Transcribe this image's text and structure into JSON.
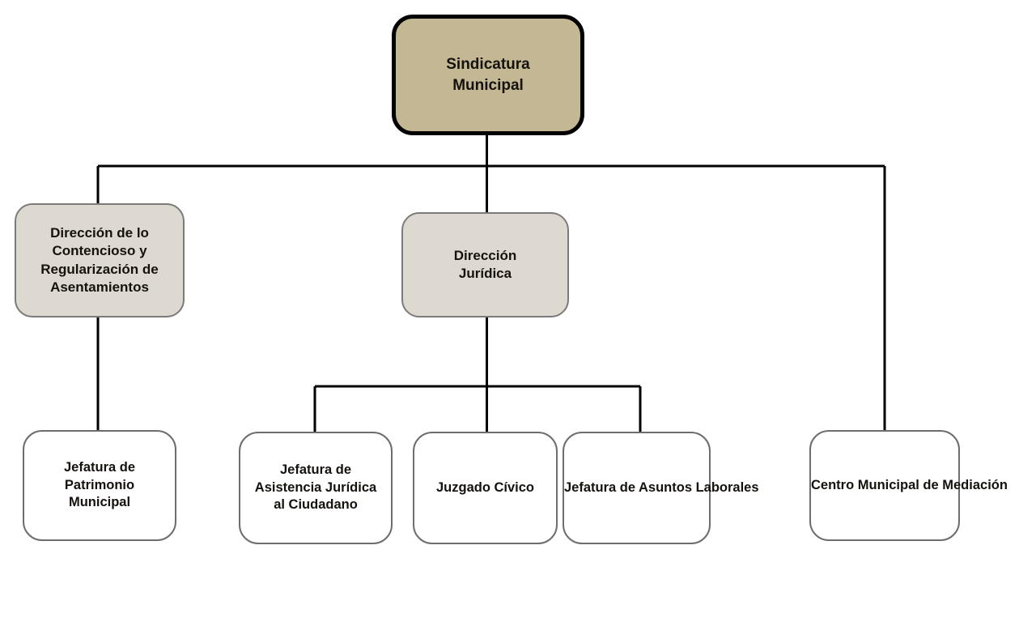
{
  "chart": {
    "type": "organizational-chart",
    "title": "Sindicatura Municipal",
    "colors": {
      "root_fill": "#c4b894",
      "root_border": "#000000",
      "direction_fill": "#ddd8d0",
      "direction_border": "#7b7b7b",
      "unit_fill": "#ffffff",
      "unit_border": "#6d6d6d",
      "connector": "#000000",
      "text": "#15120d",
      "background": "#ffffff"
    },
    "nodes": {
      "root": {
        "label": "Sindicatura\nMunicipal",
        "level": 0
      },
      "direccion_contencioso": {
        "label": "Dirección de lo\nContencioso y\nRegularización de\nAsentamientos",
        "level": 1
      },
      "direccion_juridica": {
        "label": "Dirección\nJurídica",
        "level": 1
      },
      "centro_mediacion": {
        "label": "Centro Municipal de\nMediación",
        "level": 1
      },
      "jefatura_patrimonio": {
        "label": "Jefatura de\nPatrimonio\nMunicipal",
        "level": 2
      },
      "jefatura_asistencia": {
        "label": "Jefatura de\nAsistencia Jurídica\nal Ciudadano",
        "level": 2
      },
      "juzgado_civico": {
        "label": "Juzgado Cívico",
        "level": 2
      },
      "jefatura_laborales": {
        "label": "Jefatura de\nAsuntos Laborales",
        "level": 2
      }
    },
    "edges": [
      {
        "from": "root",
        "to": "direccion_contencioso"
      },
      {
        "from": "root",
        "to": "direccion_juridica"
      },
      {
        "from": "root",
        "to": "centro_mediacion"
      },
      {
        "from": "direccion_contencioso",
        "to": "jefatura_patrimonio"
      },
      {
        "from": "direccion_juridica",
        "to": "jefatura_asistencia"
      },
      {
        "from": "direccion_juridica",
        "to": "juzgado_civico"
      },
      {
        "from": "direccion_juridica",
        "to": "jefatura_laborales"
      }
    ]
  }
}
